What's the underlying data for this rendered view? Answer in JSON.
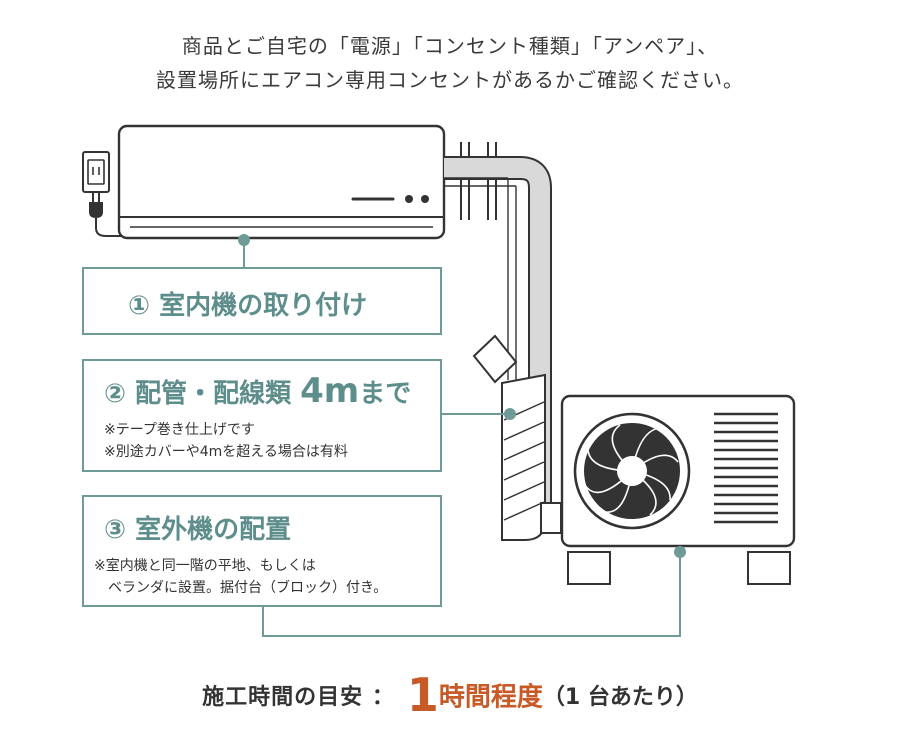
{
  "intro": {
    "line1": "商品とご自宅の「電源」「コンセント種類」「アンペア」、",
    "line2": "設置場所にエアコン専用コンセントがあるかご確認ください。"
  },
  "steps": [
    {
      "title": "① 室内機の取り付け"
    },
    {
      "title": "② 配管・配線類 ",
      "title_emph": "4m",
      "title_tail": "まで",
      "notes": [
        "※テープ巻き仕上げです",
        "※別途カバーや4mを超える場合は有料"
      ]
    },
    {
      "title": "③ 室外機の配置",
      "notes": [
        "※室内機と同一階の平地、もしくは",
        "　ベランダに設置。据付台（ブロック）付き。"
      ]
    }
  ],
  "footer": {
    "label": "施工時間の目安 ：",
    "number": "1",
    "unit": "時間程度",
    "paren": "（1 台あたり）"
  },
  "colors": {
    "teal": "#6e9b98",
    "orange": "#c85a28",
    "line": "#333333",
    "pipe_fill": "#d9d9d9"
  },
  "icons": [
    "wall-outlet-icon",
    "power-plug-icon",
    "indoor-unit-icon",
    "outdoor-unit-icon",
    "fan-icon"
  ]
}
